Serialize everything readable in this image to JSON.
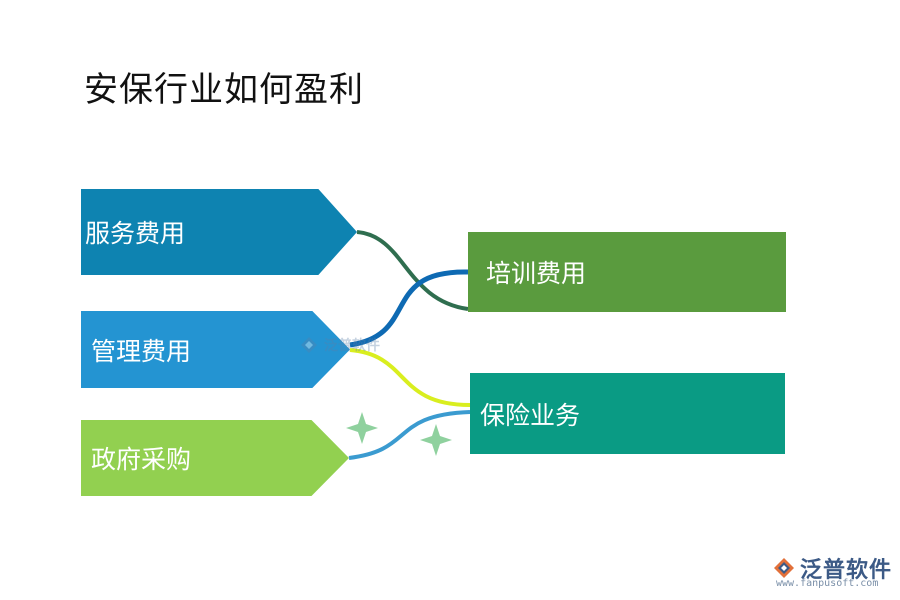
{
  "title": "安保行业如何盈利",
  "left_items": [
    {
      "label": "服务费用",
      "color": "#0e83b1"
    },
    {
      "label": "管理费用",
      "color": "#2494d2"
    },
    {
      "label": "政府采购",
      "color": "#92d050"
    }
  ],
  "right_items": [
    {
      "label": "培训费用",
      "color": "#5a9b3e"
    },
    {
      "label": "保险业务",
      "color": "#0a9b84"
    }
  ],
  "connector_colors": {
    "service_to_training": "#2f6e4f",
    "management_to_training": "#0e6ab3",
    "management_to_insurance": "#d9ee1f",
    "procurement_to_insurance": "#3b9bd0",
    "sparkle": "#8fd19e"
  },
  "watermark": {
    "text": "泛普软件",
    "icon": "fanpu-logo-icon"
  },
  "logo": {
    "name": "泛普软件",
    "url": "www.fanpusoft.com",
    "icon": "fanpu-logo-icon"
  }
}
